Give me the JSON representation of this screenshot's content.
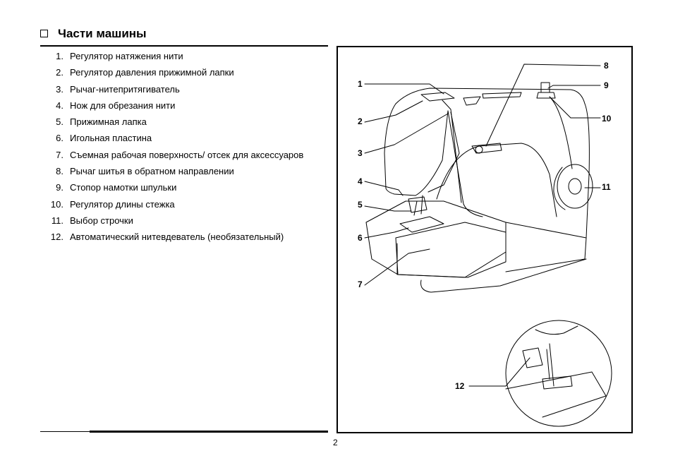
{
  "section": {
    "title": "Части машины"
  },
  "parts": [
    {
      "num": "1.",
      "label": "Регулятор натяжения нити"
    },
    {
      "num": "2.",
      "label": "Регулятор давления прижимной лапки"
    },
    {
      "num": "3.",
      "label": "Рычаг-нитепритягиватель"
    },
    {
      "num": "4.",
      "label": "Нож для обрезания нити"
    },
    {
      "num": "5.",
      "label": "Прижимная лапка"
    },
    {
      "num": "6.",
      "label": "Игольная пластина"
    },
    {
      "num": "7.",
      "label": "Съемная рабочая поверхность/ отсек для аксессуаров"
    },
    {
      "num": "8.",
      "label": "Рычаг шитья в обратном направлении"
    },
    {
      "num": "9.",
      "label": "Стопор намотки шпульки"
    },
    {
      "num": "10.",
      "label": "Регулятор длины стежка"
    },
    {
      "num": "11.",
      "label": "Выбор строчки"
    },
    {
      "num": "12.",
      "label": "Автоматический нитевдеватель (необязательный)"
    }
  ],
  "figure": {
    "callouts": [
      "1",
      "2",
      "3",
      "4",
      "5",
      "6",
      "7",
      "8",
      "9",
      "10",
      "11",
      "12"
    ]
  },
  "page": {
    "number": "2"
  }
}
